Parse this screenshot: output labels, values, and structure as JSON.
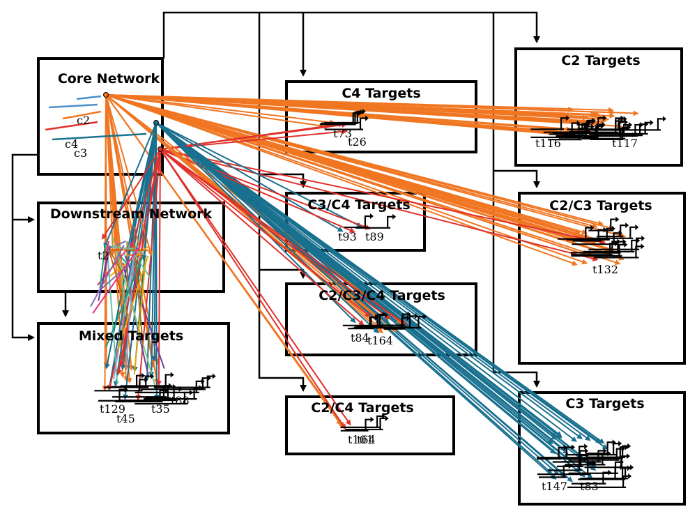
{
  "diagram": {
    "boxes": {
      "core": {
        "title": "Core Network",
        "labels": [
          "c2",
          "c4",
          "c3"
        ]
      },
      "downstream": {
        "title": "Downstream Network",
        "labels": [
          "t2"
        ]
      },
      "mixed": {
        "title": "Mixed Targets",
        "labels": [
          "t129",
          "t45",
          "t35",
          "t88"
        ]
      },
      "c4": {
        "title": "C4 Targets",
        "labels": [
          "t73",
          "t26"
        ]
      },
      "c3c4": {
        "title": "C3/C4 Targets",
        "labels": [
          "t93",
          "t89"
        ]
      },
      "c2c3c4": {
        "title": "C2/C3/C4 Targets",
        "labels": [
          "t84",
          "t164"
        ]
      },
      "c2c4": {
        "title": "C2/C4 Targets",
        "labels": [
          "t101",
          "t64"
        ]
      },
      "c2": {
        "title": "C2 Targets",
        "labels": [
          "t116",
          "t117"
        ]
      },
      "c2c3": {
        "title": "C2/C3 Targets",
        "labels": [
          "t132"
        ]
      },
      "c3": {
        "title": "C3 Targets",
        "labels": [
          "t147",
          "t83"
        ]
      }
    },
    "colors": {
      "orange": "#f07622",
      "teal": "#19708f",
      "red": "#e0302a",
      "black": "#000000"
    }
  }
}
